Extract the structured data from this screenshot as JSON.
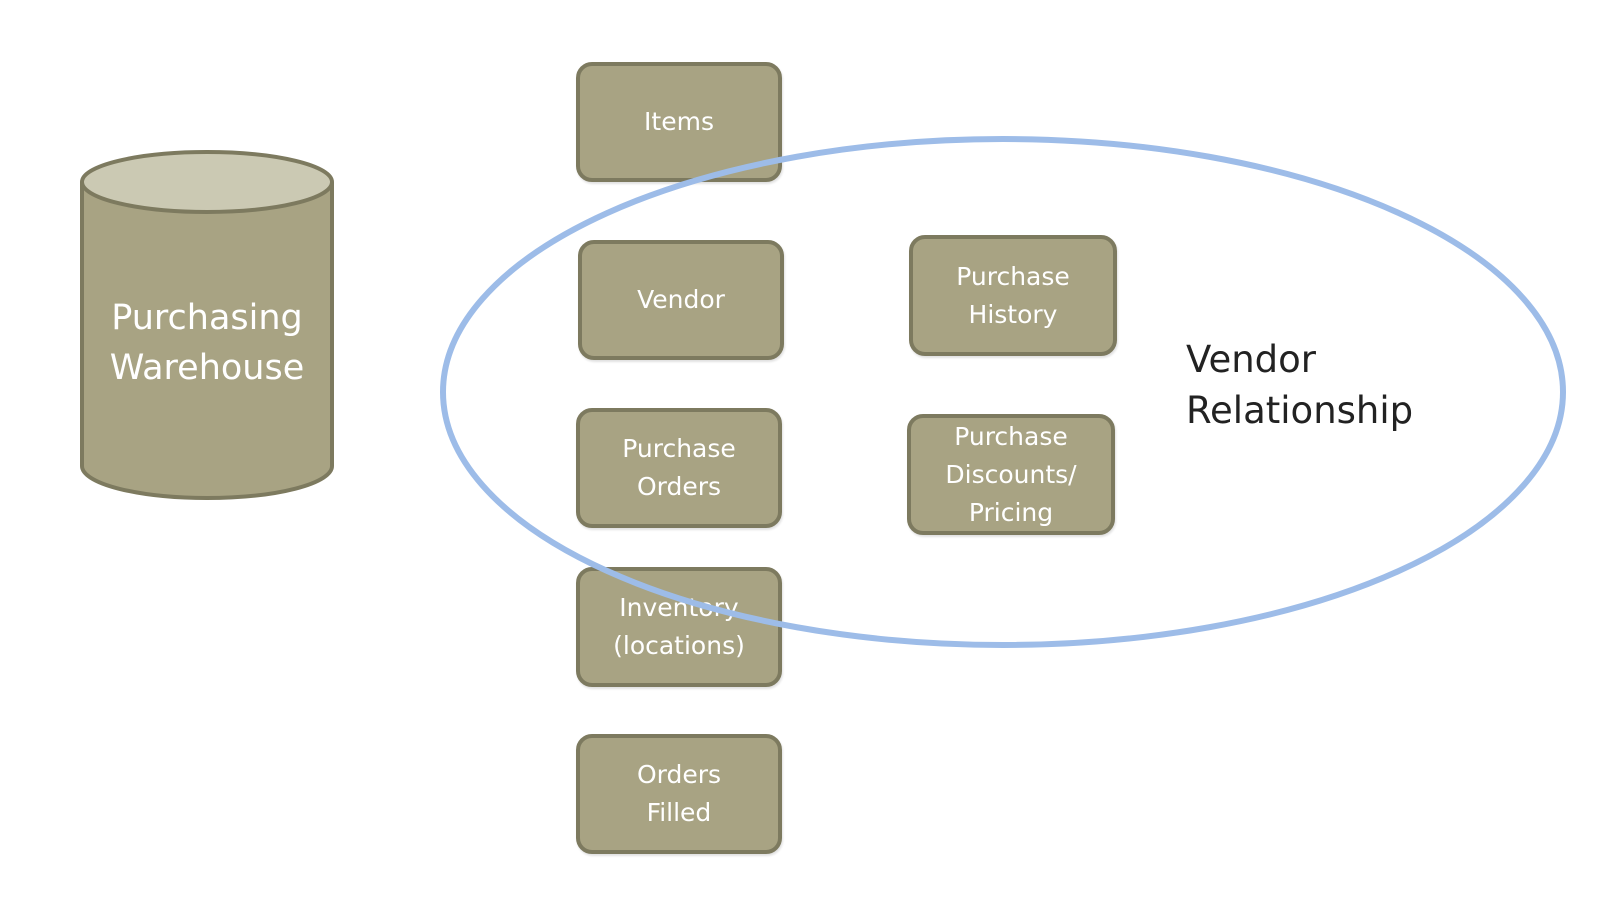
{
  "diagram": {
    "database": {
      "label": "Purchasing\nWarehouse",
      "icon": "database-cylinder-icon"
    },
    "entities": [
      {
        "id": "items",
        "label": "Items"
      },
      {
        "id": "vendor",
        "label": "Vendor"
      },
      {
        "id": "purchase-orders",
        "label": "Purchase\nOrders"
      },
      {
        "id": "inventory",
        "label": "Inventory\n(locations)"
      },
      {
        "id": "orders-filled",
        "label": "Orders\nFilled"
      },
      {
        "id": "purchase-history",
        "label": "Purchase\nHistory"
      },
      {
        "id": "purchase-discounts",
        "label": "Purchase\nDiscounts/\nPricing"
      }
    ],
    "group": {
      "label": "Vendor\nRelationship",
      "members": [
        "vendor",
        "purchase-orders",
        "purchase-history",
        "purchase-discounts"
      ]
    },
    "colors": {
      "box_fill": "#a8a383",
      "box_border": "#7d7a5f",
      "cylinder_top": "#cbc9b3",
      "ellipse_stroke": "#9dbce8",
      "text_light": "#ffffff",
      "text_dark": "#222222"
    }
  }
}
